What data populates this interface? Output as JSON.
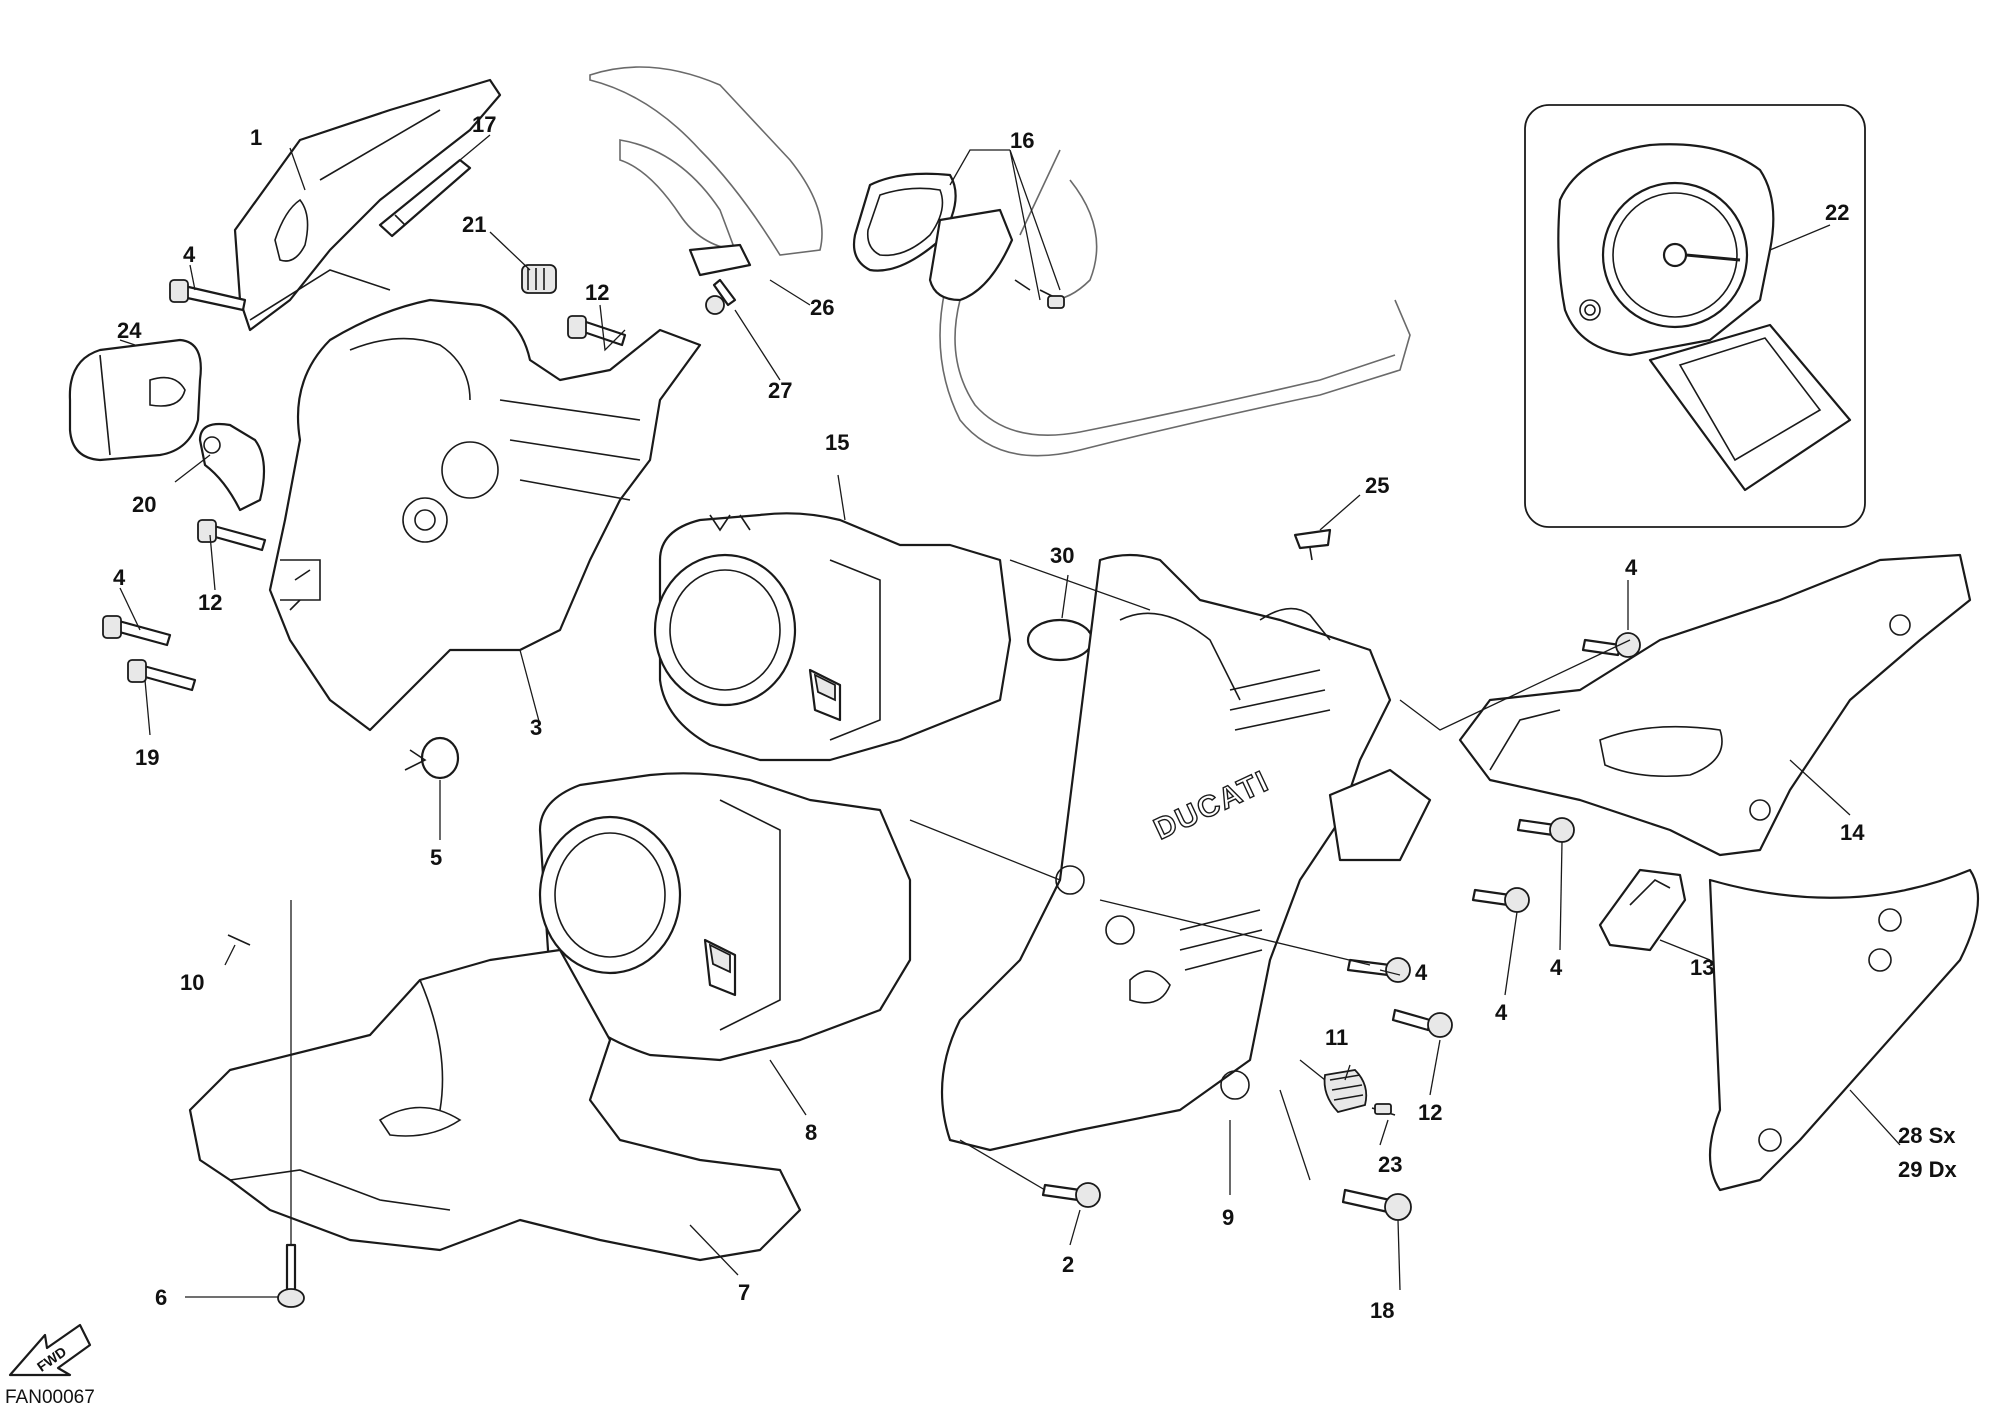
{
  "diagram": {
    "code": "FAN00067",
    "fwd_label": "FWD",
    "brand_mark": "DUCATI",
    "callouts": [
      {
        "id": "1",
        "text": "1"
      },
      {
        "id": "2",
        "text": "2"
      },
      {
        "id": "3",
        "text": "3"
      },
      {
        "id": "4a",
        "text": "4"
      },
      {
        "id": "4b",
        "text": "4"
      },
      {
        "id": "4c",
        "text": "4"
      },
      {
        "id": "4d",
        "text": "4"
      },
      {
        "id": "4e",
        "text": "4"
      },
      {
        "id": "4f",
        "text": "4"
      },
      {
        "id": "5",
        "text": "5"
      },
      {
        "id": "6",
        "text": "6"
      },
      {
        "id": "7",
        "text": "7"
      },
      {
        "id": "8",
        "text": "8"
      },
      {
        "id": "9",
        "text": "9"
      },
      {
        "id": "10",
        "text": "10"
      },
      {
        "id": "11",
        "text": "11"
      },
      {
        "id": "12a",
        "text": "12"
      },
      {
        "id": "12b",
        "text": "12"
      },
      {
        "id": "12c",
        "text": "12"
      },
      {
        "id": "13",
        "text": "13"
      },
      {
        "id": "14",
        "text": "14"
      },
      {
        "id": "15",
        "text": "15"
      },
      {
        "id": "16",
        "text": "16"
      },
      {
        "id": "17",
        "text": "17"
      },
      {
        "id": "18",
        "text": "18"
      },
      {
        "id": "19",
        "text": "19"
      },
      {
        "id": "20",
        "text": "20"
      },
      {
        "id": "21",
        "text": "21"
      },
      {
        "id": "22",
        "text": "22"
      },
      {
        "id": "23",
        "text": "23"
      },
      {
        "id": "24",
        "text": "24"
      },
      {
        "id": "25",
        "text": "25"
      },
      {
        "id": "26",
        "text": "26"
      },
      {
        "id": "27",
        "text": "27"
      },
      {
        "id": "28",
        "text": "28 Sx"
      },
      {
        "id": "29",
        "text": "29 Dx"
      },
      {
        "id": "30",
        "text": "30"
      }
    ]
  }
}
